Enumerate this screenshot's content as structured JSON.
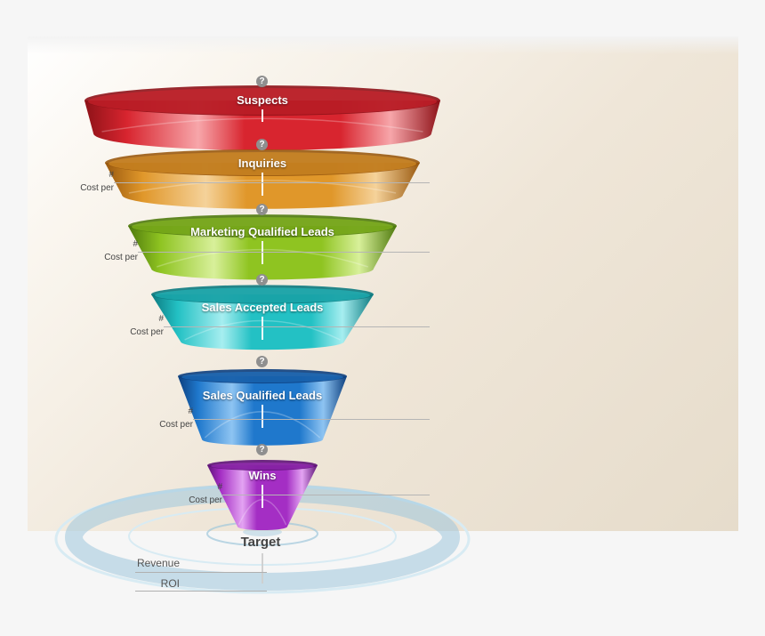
{
  "stages": [
    {
      "label": "Suspects",
      "help": "?",
      "color": "#d8252f",
      "dark": "#8e1218",
      "light": "#f7a6aa"
    },
    {
      "label": "Inquiries",
      "help": "?",
      "color": "#e0972a",
      "dark": "#9a5a10",
      "light": "#f5d29a",
      "metric": {
        "count_label": "#",
        "cost_label": "Cost per"
      }
    },
    {
      "label": "Marketing Qualified Leads",
      "help": "?",
      "color": "#8fc421",
      "dark": "#4f7a0d",
      "light": "#d8f09a",
      "metric": {
        "count_label": "#",
        "cost_label": "Cost per"
      }
    },
    {
      "label": "Sales Accepted Leads",
      "help": "?",
      "color": "#23c1c4",
      "dark": "#0c7a80",
      "light": "#a6eef0",
      "metric": {
        "count_label": "#",
        "cost_label": "Cost per"
      }
    },
    {
      "label": "Sales Qualified Leads",
      "help": "?",
      "color": "#1f78cc",
      "dark": "#0d3f7e",
      "light": "#8ec4f2",
      "metric": {
        "count_label": "#",
        "cost_label": "Cost per"
      }
    },
    {
      "label": "Wins",
      "help": "?",
      "color": "#a42ec4",
      "dark": "#5e1378",
      "light": "#e3a3f2",
      "metric": {
        "count_label": "#",
        "cost_label": "Cost per"
      }
    }
  ],
  "target": {
    "label": "Target",
    "revenue_label": "Revenue",
    "roi_label": "ROI"
  },
  "colors": {
    "ring": "#9fc7dc",
    "ring_light": "#d8ebf3",
    "background": "#f6f6f6"
  }
}
